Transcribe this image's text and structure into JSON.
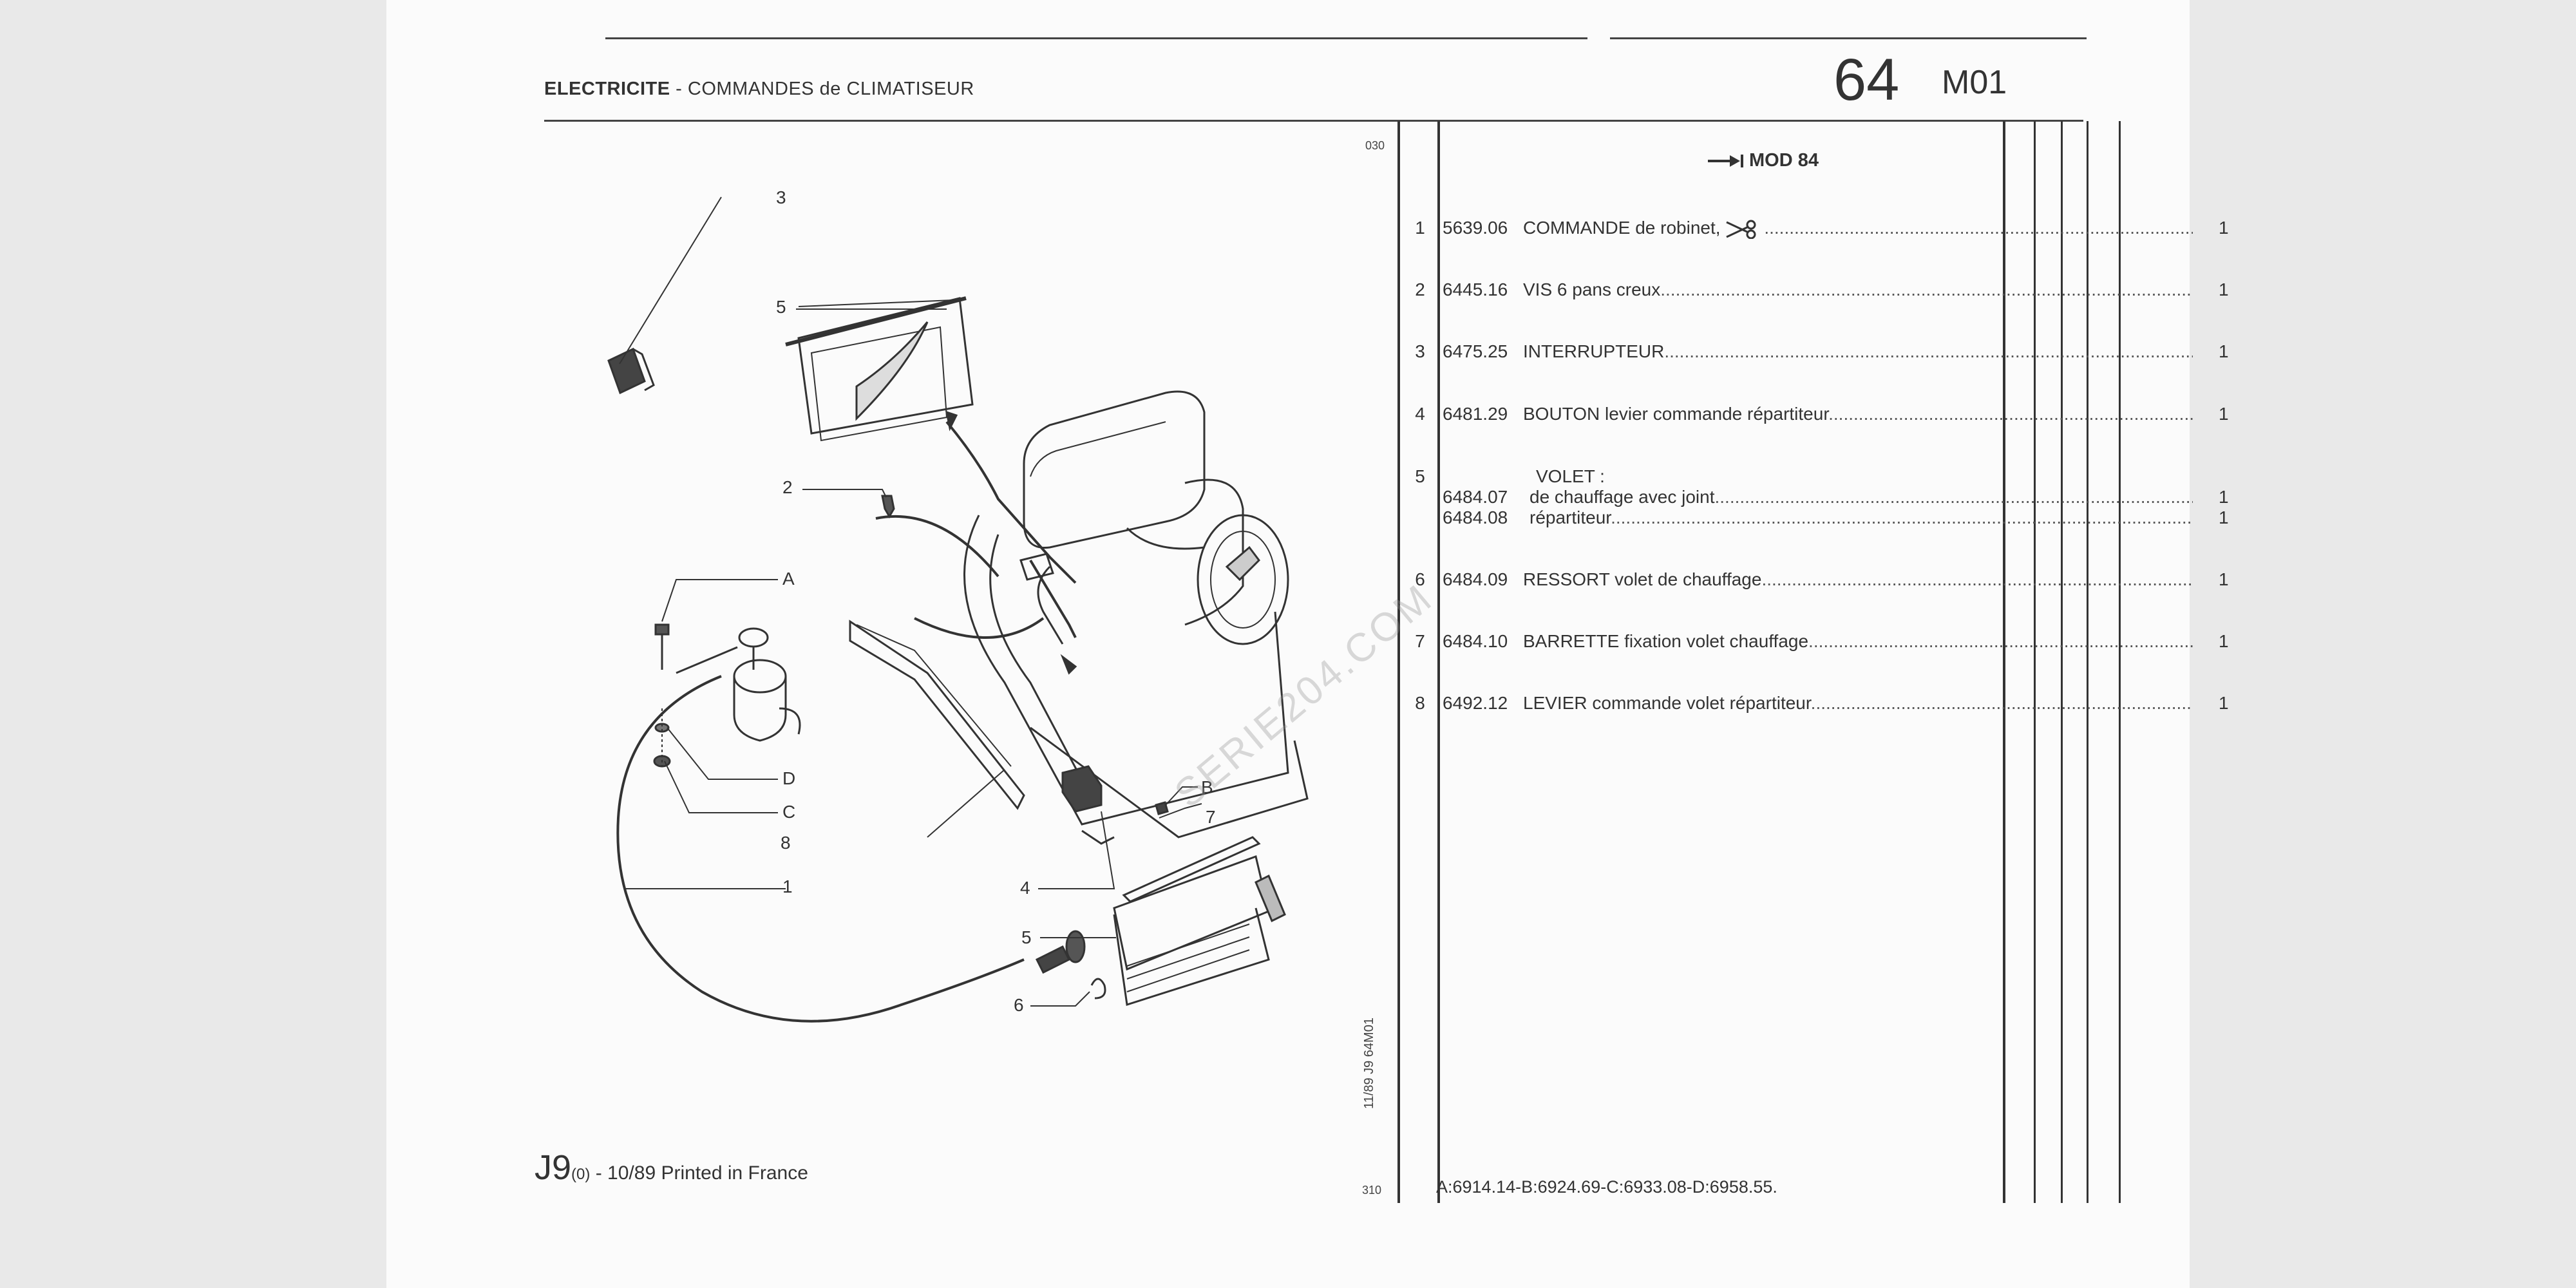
{
  "header": {
    "section_bold": "ELECTRICITE",
    "section_rest": " - COMMANDES de CLIMATISEUR",
    "page_number": "64",
    "page_code": "M01"
  },
  "mod_label": "MOD 84",
  "parts": [
    {
      "index": "1",
      "ref": "5639.06",
      "desc": "COMMANDE de robinet, ",
      "qty": "1"
    },
    {
      "index": "2",
      "ref": "6445.16",
      "desc": "VIS 6 pans creux",
      "qty": "1"
    },
    {
      "index": "3",
      "ref": "6475.25",
      "desc": "INTERRUPTEUR",
      "qty": "1"
    },
    {
      "index": "4",
      "ref": "6481.29",
      "desc": "BOUTON levier commande répartiteur",
      "qty": "1"
    },
    {
      "index": "5",
      "ref": "",
      "desc": "VOLET :",
      "qty": ""
    },
    {
      "index": "6",
      "ref": "6484.09",
      "desc": "RESSORT volet de chauffage",
      "qty": "1"
    },
    {
      "index": "7",
      "ref": "6484.10",
      "desc": "BARRETTE fixation volet chauffage",
      "qty": "1"
    },
    {
      "index": "8",
      "ref": "6492.12",
      "desc": "LEVIER commande volet répartiteur",
      "qty": "1"
    }
  ],
  "sub_parts": [
    {
      "ref": "6484.07",
      "desc": "de chauffage avec joint",
      "qty": "1"
    },
    {
      "ref": "6484.08",
      "desc": "répartiteur",
      "qty": "1"
    }
  ],
  "diagram_labels": {
    "l3": "3",
    "l5a": "5",
    "l2": "2",
    "lA": "A",
    "lD": "D",
    "lC": "C",
    "l8": "8",
    "l1": "1",
    "l4": "4",
    "lB": "B",
    "l7": "7",
    "l5b": "5",
    "l6": "6"
  },
  "footer": {
    "code_big": "J9",
    "code_small": "(0)",
    "printed": " - 10/89 Printed in France",
    "variants": "A:6914.14-B:6924.69-C:6933.08-D:6958.55."
  },
  "margin": {
    "vertical_code": "11/89   J9   64M01",
    "bottom": "310",
    "top": "030"
  },
  "watermark": "SERIE204.COM"
}
